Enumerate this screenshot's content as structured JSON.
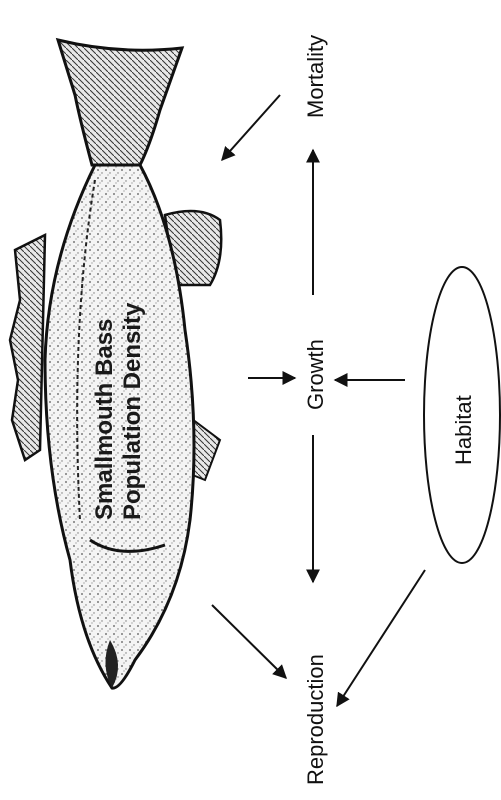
{
  "diagram": {
    "nodes": {
      "mortality": "Mortality",
      "growth": "Growth",
      "reproduction": "Reproduction",
      "habitat": "Habitat",
      "fish_line1": "Smallmouth Bass",
      "fish_line2": "Population Density"
    },
    "edges": [
      {
        "from": "Mortality",
        "to": "Smallmouth Bass Population Density"
      },
      {
        "from": "Growth",
        "to": "Mortality"
      },
      {
        "from": "Growth",
        "to": "Reproduction"
      },
      {
        "from": "Smallmouth Bass Population Density",
        "to": "Growth"
      },
      {
        "from": "Habitat",
        "to": "Growth"
      },
      {
        "from": "Smallmouth Bass Population Density",
        "to": "Reproduction"
      },
      {
        "from": "Habitat",
        "to": "Reproduction"
      }
    ],
    "colors": {
      "ink": "#111111",
      "background": "#ffffff"
    }
  }
}
